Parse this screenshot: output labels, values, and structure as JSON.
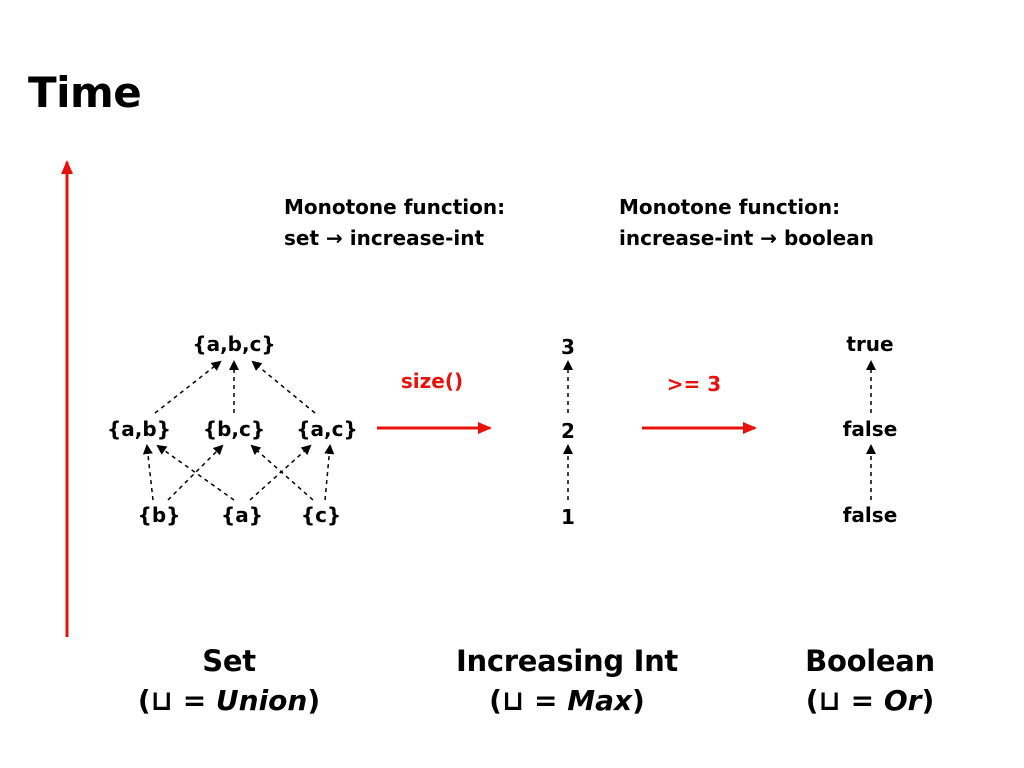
{
  "title": "Time",
  "captions": {
    "left_line1": "Monotone function:",
    "left_line2_pre": "set ",
    "left_line2_arrow": "→",
    "left_line2_post": " increase-int",
    "right_line1": "Monotone function:",
    "right_line2_pre": "increase-int ",
    "right_line2_arrow": "→",
    "right_line2_post": " boolean"
  },
  "set_lattice": {
    "top": "{a,b,c}",
    "mid": [
      "{a,b}",
      "{b,c}",
      "{a,c}"
    ],
    "bottom": [
      "{b}",
      "{a}",
      "{c}"
    ]
  },
  "int_lattice": [
    "3",
    "2",
    "1"
  ],
  "bool_lattice": [
    "true",
    "false",
    "false"
  ],
  "functions": {
    "size": "size()",
    "gte": ">= 3"
  },
  "columns": {
    "set": {
      "name": "Set",
      "open": "(",
      "join": "⊔",
      "eq": " = ",
      "op": "Union",
      "close": ")"
    },
    "int": {
      "name": "Increasing Int",
      "open": "(",
      "join": "⊔",
      "eq": " = ",
      "op": "Max",
      "close": ")"
    },
    "bool": {
      "name": "Boolean",
      "open": "(",
      "join": "⊔",
      "eq": " = ",
      "op": "Or",
      "close": ")"
    }
  },
  "colors": {
    "accent_red": "#e8120c",
    "text": "#000000"
  }
}
